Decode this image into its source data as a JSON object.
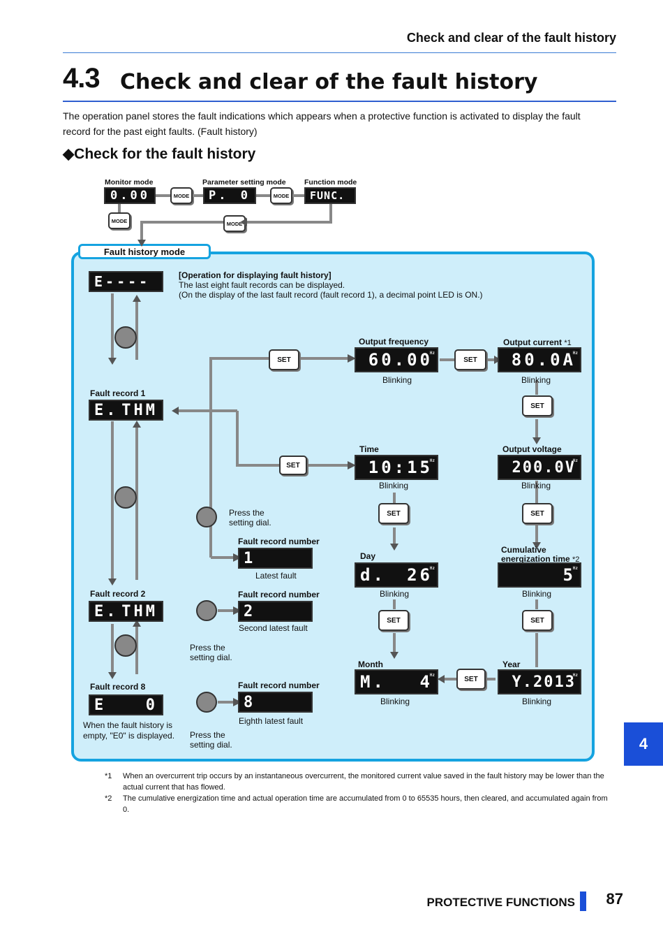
{
  "header": {
    "title": "Check and clear of the fault history"
  },
  "section": {
    "number": "4.3",
    "title": "Check and clear of the fault history"
  },
  "intro": "The operation panel stores the fault indications which appears when a protective function is activated to display the fault record for the past eight faults. (Fault history)",
  "subsection": "◆Check for the fault history",
  "modes": {
    "monitor": {
      "label": "Monitor mode",
      "display": "0.00"
    },
    "parameter": {
      "label": "Parameter setting mode",
      "display_left": "P.",
      "display_right": "0"
    },
    "function": {
      "label": "Function mode",
      "display": "FUNC."
    },
    "key": "MODE"
  },
  "panel": {
    "tab": "Fault history mode",
    "top_display": "E----",
    "op_title": "[Operation for displaying fault history]",
    "op_line1": "The last eight fault records can be displayed.",
    "op_line2": "(On the display of the last fault record (fault record 1), a decimal point LED is ON.)",
    "set_key": "SET",
    "hz": "Hz",
    "records": [
      {
        "label": "Fault record 1",
        "left": "E.",
        "right": "THM"
      },
      {
        "label": "Fault record 2",
        "left": "E.",
        "right": "THM"
      },
      {
        "label": "Fault record 8",
        "left": "E",
        "right": "0"
      }
    ],
    "empty_note_1": "When the fault history is",
    "empty_note_2": "empty, \"E0\" is displayed.",
    "press_1": "Press the",
    "press_2": "setting dial.",
    "frn_label": "Fault record number",
    "frn": [
      {
        "display": "1",
        "caption": "Latest fault"
      },
      {
        "display": "2",
        "caption": "Second latest fault"
      },
      {
        "display": "8",
        "caption": "Eighth latest fault"
      }
    ],
    "blinking": "Blinking",
    "items": {
      "freq": {
        "label": "Output frequency",
        "display": "60.00"
      },
      "current": {
        "label": "Output current",
        "mark": "*1",
        "display": "80.0A"
      },
      "voltage": {
        "label": "Output voltage",
        "display": "200.0V"
      },
      "time": {
        "label": "Time",
        "display": "10:15"
      },
      "day": {
        "label": "Day",
        "left": "d.",
        "right": "26"
      },
      "cumul": {
        "label1": "Cumulative",
        "label2": "energization time",
        "mark": "*2",
        "display": "5"
      },
      "month": {
        "label": "Month",
        "left": "M.",
        "right": "4"
      },
      "year": {
        "label": "Year",
        "display": "Y.2013"
      }
    }
  },
  "footnotes": [
    {
      "mark": "*1",
      "text": "When an overcurrent trip occurs by an instantaneous overcurrent, the monitored current value saved in the fault history may be lower than the actual current that has flowed."
    },
    {
      "mark": "*2",
      "text": "The cumulative energization time and actual operation time are accumulated from 0 to 65535 hours, then cleared, and accumulated again from 0."
    }
  ],
  "side_tab": "4",
  "footer": {
    "chapter": "PROTECTIVE FUNCTIONS",
    "page": "87"
  }
}
